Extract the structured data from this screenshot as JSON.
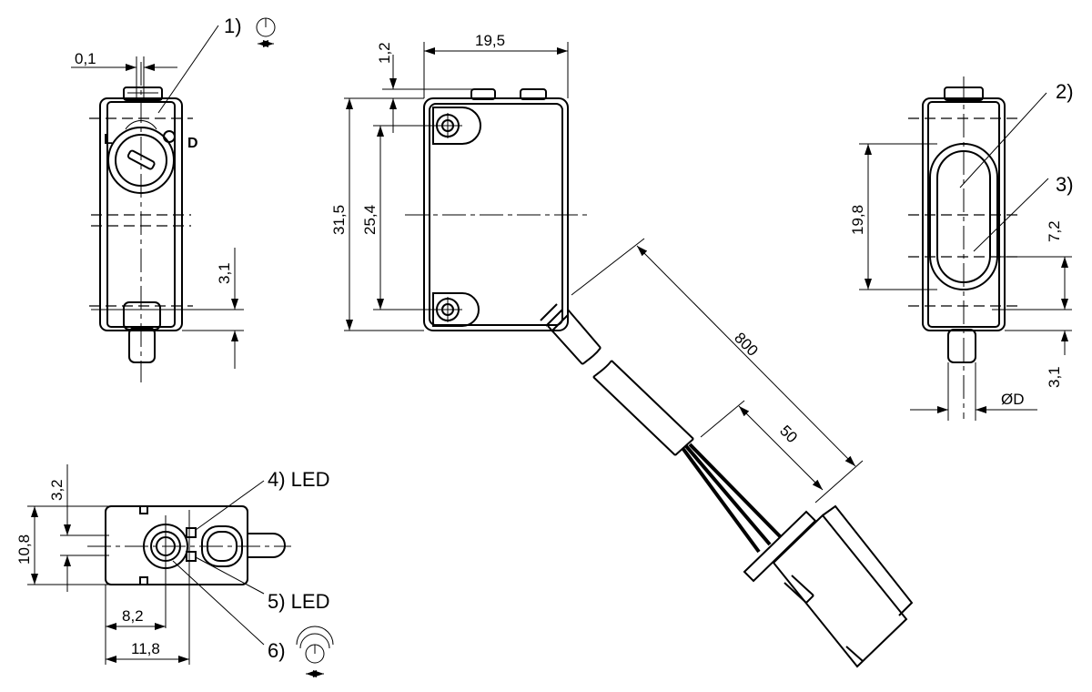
{
  "dimensions": {
    "d_0_1": "0,1",
    "d_3_1_left": "3,1",
    "d_1_2": "1,2",
    "d_19_5": "19,5",
    "d_31_5": "31,5",
    "d_25_4": "25,4",
    "d_800": "800",
    "d_50": "50",
    "d_19_8": "19,8",
    "d_7_2": "7,2",
    "d_3_1_right": "3,1",
    "d_phi_d": "ØD",
    "d_3_2": "3,2",
    "d_10_8": "10,8",
    "d_8_2": "8,2",
    "d_11_8": "11,8"
  },
  "callouts": {
    "c1": "1)",
    "c2": "2)",
    "c3": "3)",
    "c4": "4) LED",
    "c5": "5) LED",
    "c6": "6)"
  },
  "icons": [
    "potentiometer-icon",
    "rotary-potentiometer-icon"
  ]
}
